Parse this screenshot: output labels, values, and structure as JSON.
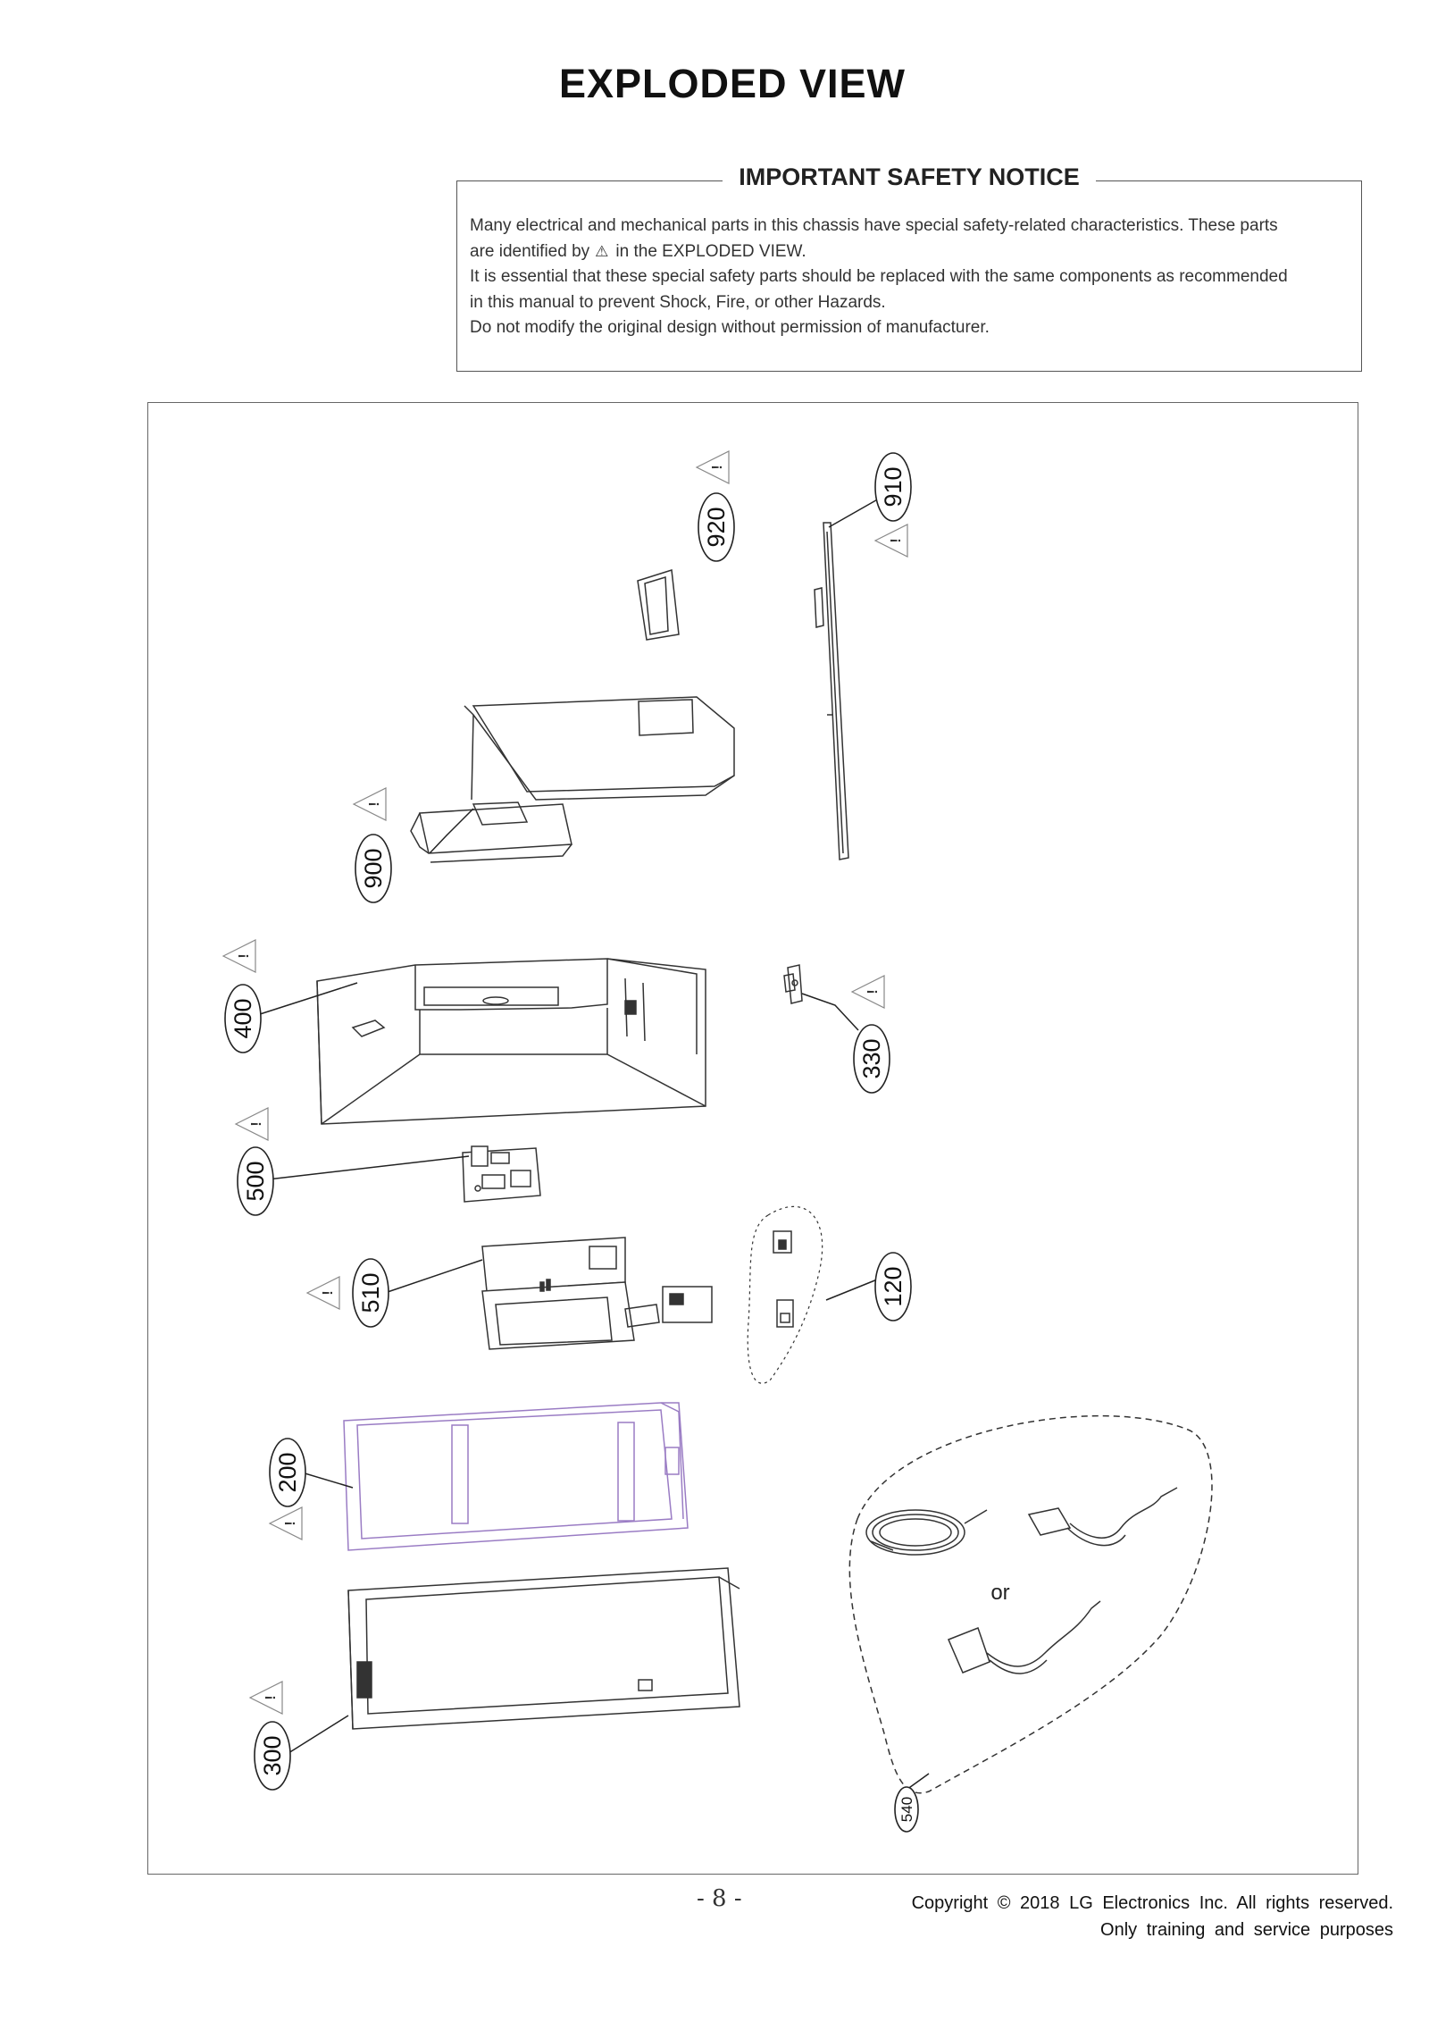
{
  "page": {
    "title": "EXPLODED  VIEW",
    "page_number": "- 8 -"
  },
  "notice": {
    "title": "IMPORTANT SAFETY NOTICE",
    "line1": "Many electrical and mechanical parts in this chassis have special safety-related characteristics. These parts",
    "line2_before": "are identified by",
    "line2_after": "in the  EXPLODED VIEW.",
    "line3": "It is essential that these special safety parts should be replaced with the same components as recommended",
    "line4": "in this manual to prevent Shock, Fire, or other Hazards.",
    "line5": "Do not modify the original design without permission of manufacturer."
  },
  "diagram": {
    "labels": {
      "p920": "920",
      "p910": "910",
      "p900": "900",
      "p400": "400",
      "p330": "330",
      "p500": "500",
      "p510": "510",
      "p120": "120",
      "p200": "200",
      "p300": "300",
      "p540": "540"
    },
    "or_text": "or",
    "warning_symbol": "!"
  },
  "footer": {
    "copyright_line1": "Copyright © 2018 LG Electronics Inc. All rights reserved.",
    "copyright_line2": "Only training and service purposes"
  }
}
